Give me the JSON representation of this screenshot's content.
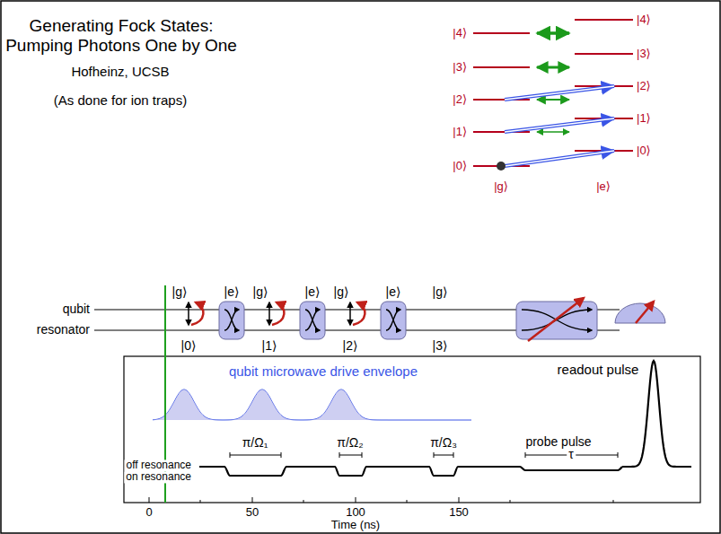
{
  "diagram": {
    "title": "Generating Fock States: Pumping Photons One by One",
    "labels": [
      "Hofheinz, UCSB",
      "(As done for ion traps)",
      "|4⟩",
      "|3⟩",
      "|2⟩",
      "|1⟩",
      "|0⟩",
      "|4⟩",
      "|3⟩",
      "|2⟩",
      "|1⟩",
      "|0⟩",
      "|g⟩",
      "|e⟩",
      "|g⟩",
      "|e⟩",
      "|g⟩",
      "|e⟩",
      "|g⟩",
      "|e⟩",
      "|g⟩",
      "qubit",
      "resonator",
      "|0⟩",
      "|1⟩",
      "|2⟩",
      "|3⟩",
      "qubit microwave drive envelope",
      "readout pulse",
      "probe pulse",
      "τ",
      "off resonance",
      "on resonance",
      "π/Ω₁",
      "π/Ω₂",
      "π/Ω₃",
      "0",
      "50",
      "100",
      "150",
      "Time (ns)"
    ]
  }
}
